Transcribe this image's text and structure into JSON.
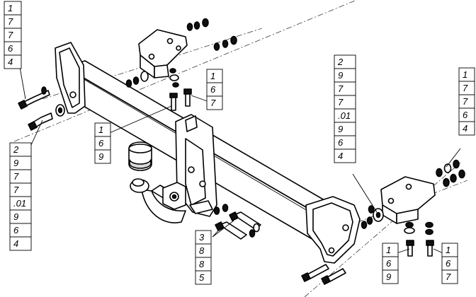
{
  "callouts": {
    "top_left": [
      "1",
      "7",
      "7",
      "6",
      "4"
    ],
    "left_bottom": [
      "2",
      "9",
      "7",
      "7",
      ".01",
      "9",
      "6",
      "4"
    ],
    "center_bolt": [
      "1",
      "6",
      "9"
    ],
    "top_bolt": [
      "1",
      "6",
      "7"
    ],
    "bottom_center": [
      "3",
      "8",
      "8",
      "5"
    ],
    "right_middle": [
      "2",
      "9",
      "7",
      "7",
      ".01",
      "9",
      "6",
      "4"
    ],
    "right_top": [
      "1",
      "7",
      "7",
      "6",
      "4"
    ],
    "bottom_right_a": [
      "1",
      "6",
      "9"
    ],
    "bottom_right_b": [
      "1",
      "6",
      "7"
    ]
  }
}
